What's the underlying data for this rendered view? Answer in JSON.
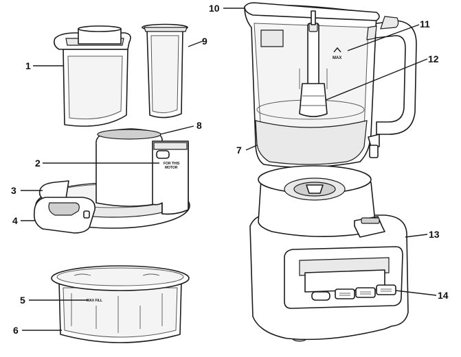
{
  "callouts": [
    {
      "id": "1",
      "text": "1"
    },
    {
      "id": "2",
      "text": "2"
    },
    {
      "id": "3",
      "text": "3"
    },
    {
      "id": "4",
      "text": "4"
    },
    {
      "id": "5",
      "text": "5"
    },
    {
      "id": "6",
      "text": "6"
    },
    {
      "id": "7",
      "text": "7"
    },
    {
      "id": "8",
      "text": "8"
    },
    {
      "id": "9",
      "text": "9"
    },
    {
      "id": "10",
      "text": "10"
    },
    {
      "id": "11",
      "text": "11"
    },
    {
      "id": "12",
      "text": "12"
    },
    {
      "id": "13",
      "text": "13"
    },
    {
      "id": "14",
      "text": "14"
    }
  ],
  "markings": {
    "pitcher_max": "MAX",
    "bowl_max_fill": "MAX FILL",
    "lid_label_line1": "FOR THIS",
    "lid_label_line2": "MOTOR"
  }
}
